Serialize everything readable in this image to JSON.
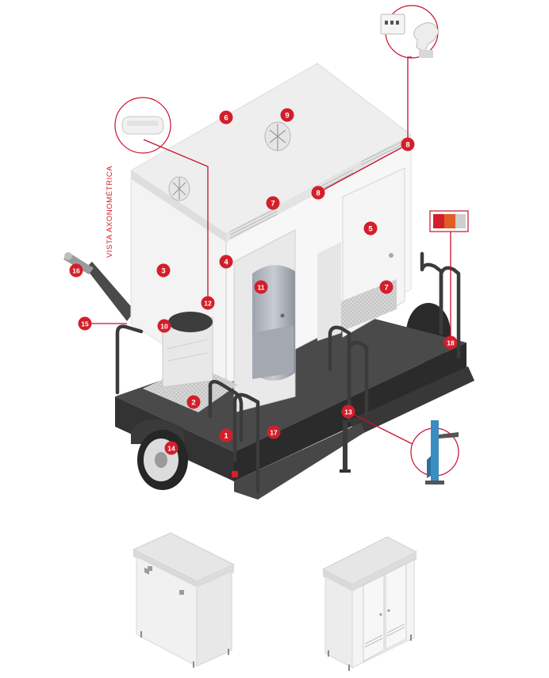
{
  "side_label": "VISTA AXONOMÉTRICA",
  "colors": {
    "accent": "#d31f2b",
    "trailer": "#3c3c3c",
    "cabin": "#f2f2f2",
    "leader": "#c8102e"
  },
  "callouts": [
    {
      "id": "c1",
      "label": "1"
    },
    {
      "id": "c2",
      "label": "2"
    },
    {
      "id": "c3",
      "label": "3"
    },
    {
      "id": "c4",
      "label": "4"
    },
    {
      "id": "c5",
      "label": "5"
    },
    {
      "id": "c6",
      "label": "6"
    },
    {
      "id": "c7a",
      "label": "7"
    },
    {
      "id": "c7b",
      "label": "7"
    },
    {
      "id": "c8a",
      "label": "8"
    },
    {
      "id": "c8b",
      "label": "8"
    },
    {
      "id": "c9",
      "label": "9"
    },
    {
      "id": "c10",
      "label": "10"
    },
    {
      "id": "c11",
      "label": "11"
    },
    {
      "id": "c12",
      "label": "12"
    },
    {
      "id": "c13",
      "label": "13"
    },
    {
      "id": "c14",
      "label": "14"
    },
    {
      "id": "c15",
      "label": "15"
    },
    {
      "id": "c16",
      "label": "16"
    },
    {
      "id": "c17",
      "label": "17"
    },
    {
      "id": "c18",
      "label": "18"
    }
  ],
  "icons": [
    "ceiling-light-icon",
    "outlet-bulb-icon",
    "tail-light-icon",
    "jack-stand-icon"
  ],
  "thumbnails": [
    "closed-cabin-view",
    "double-door-cabin-view"
  ]
}
